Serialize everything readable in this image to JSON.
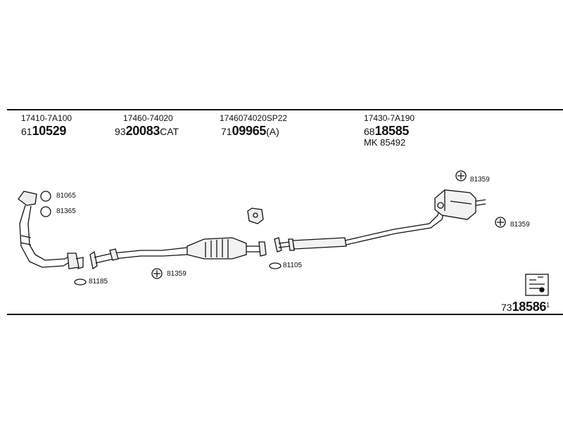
{
  "groups": [
    {
      "oe": "17410-7A100",
      "prefix": "61",
      "main": "10529",
      "suffix": ""
    },
    {
      "oe": "17460-74020",
      "prefix": "93",
      "main": "20083",
      "suffix": "CAT"
    },
    {
      "oe": "1746074020SP22",
      "prefix": "71",
      "main": "09965",
      "suffix": "(A)"
    },
    {
      "oe": "17430-7A190",
      "prefix": "68",
      "main": "18585",
      "suffix": ""
    }
  ],
  "extra_ref": "MK  85492",
  "parts": {
    "gasket_81065": "81065",
    "gasket_81365": "81365",
    "gasket_81185": "81185",
    "mount_81359_a": "81359",
    "gasket_81105": "81105",
    "mount_81359_b": "81359",
    "mount_81359_c": "81359"
  },
  "catalog": {
    "prefix": "73",
    "main": "18586",
    "sup": "1"
  }
}
